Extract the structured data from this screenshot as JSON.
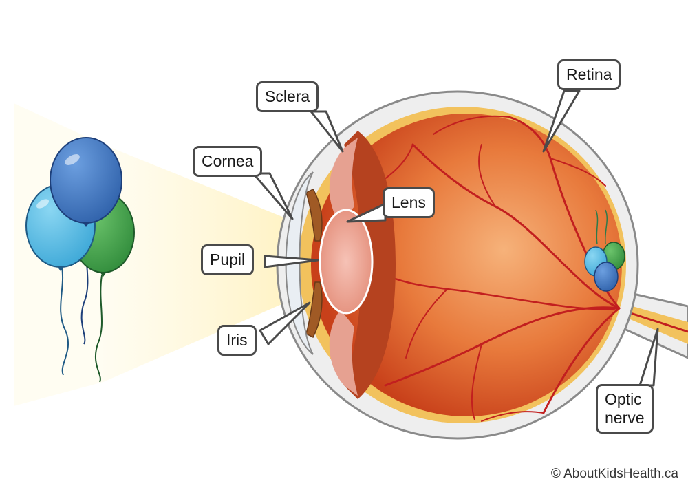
{
  "labels": {
    "sclera": "Sclera",
    "cornea": "Cornea",
    "lens": "Lens",
    "pupil": "Pupil",
    "iris": "Iris",
    "retina": "Retina",
    "optic_nerve_line1": "Optic",
    "optic_nerve_line2": "nerve"
  },
  "copyright": "© AboutKidsHealth.ca",
  "colors": {
    "eye_interior": "#d9541f",
    "eye_highlight": "#f6b27a",
    "retina_layer": "#f2c25d",
    "sclera": "#eeeeee",
    "blood_vessel": "#c21f1f",
    "light_cone": "#fff3c4",
    "balloon_blue": "#3a6fb6",
    "balloon_cyan": "#4fb8de",
    "balloon_green": "#3a9a48",
    "callout_border": "#4a4a4a"
  },
  "icons": [
    "balloons",
    "eye-cross-section",
    "inverted-balloon-image"
  ]
}
